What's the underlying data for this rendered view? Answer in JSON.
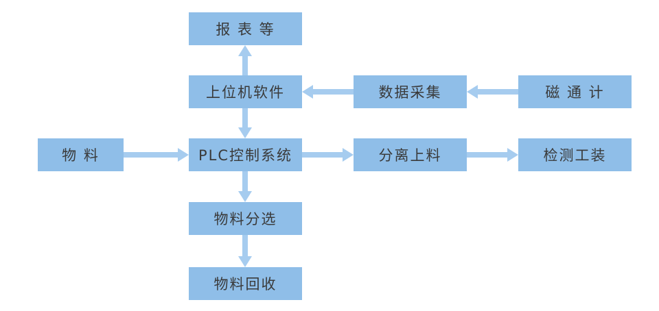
{
  "diagram": {
    "title": "PLC control system flowchart",
    "colors": {
      "node_fill": "#8fbee8",
      "arrow_fill": "#a6ccef",
      "text": "#3a3a3a",
      "background": "#ffffff"
    },
    "nodes": [
      {
        "id": "reports",
        "label": "报 表 等"
      },
      {
        "id": "host-software",
        "label": "上位机软件"
      },
      {
        "id": "data-acquisition",
        "label": "数据采集"
      },
      {
        "id": "fluxmeter",
        "label": "磁 通 计"
      },
      {
        "id": "material",
        "label": "物  料"
      },
      {
        "id": "plc-control-system",
        "label": "PLC控制系统"
      },
      {
        "id": "separation-feeding",
        "label": "分离上料"
      },
      {
        "id": "testing-fixture",
        "label": "检测工装"
      },
      {
        "id": "material-sorting",
        "label": "物料分选"
      },
      {
        "id": "material-recovery",
        "label": "物料回收"
      }
    ],
    "edges": [
      {
        "from": "host-software",
        "to": "reports",
        "direction": "up"
      },
      {
        "from": "data-acquisition",
        "to": "host-software",
        "direction": "left"
      },
      {
        "from": "fluxmeter",
        "to": "data-acquisition",
        "direction": "left"
      },
      {
        "from": "host-software",
        "to": "plc-control-system",
        "direction": "down"
      },
      {
        "from": "material",
        "to": "plc-control-system",
        "direction": "right"
      },
      {
        "from": "plc-control-system",
        "to": "separation-feeding",
        "direction": "right"
      },
      {
        "from": "separation-feeding",
        "to": "testing-fixture",
        "direction": "right"
      },
      {
        "from": "plc-control-system",
        "to": "material-sorting",
        "direction": "down"
      },
      {
        "from": "material-sorting",
        "to": "material-recovery",
        "direction": "down"
      }
    ]
  }
}
